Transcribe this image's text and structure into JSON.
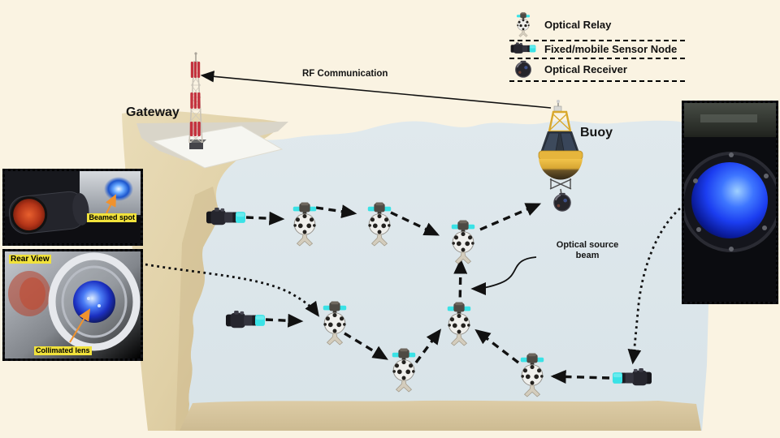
{
  "legend": {
    "items": [
      {
        "icon": "optical-relay-icon",
        "label": "Optical Relay"
      },
      {
        "icon": "sensor-node-icon",
        "label": "Fixed/mobile Sensor Node"
      },
      {
        "icon": "optical-receiver-icon",
        "label": "Optical Receiver"
      }
    ]
  },
  "labels": {
    "gateway": "Gateway",
    "rf_communication": "RF Communication",
    "buoy": "Buoy",
    "optical_source_beam": {
      "line1": "Optical source",
      "line2": "beam"
    }
  },
  "insets": {
    "transmitter_front": {
      "beamed_spot": "Beamed spot"
    },
    "transmitter_rear": {
      "title": "Rear View",
      "collimated_lens": "Collimated lens"
    }
  },
  "colors": {
    "background": "#faf3e2",
    "water": "#dde7ec",
    "sand": "#e2d3ac",
    "seabed": "#d8c7a0",
    "accent_cyan": "#3ae2e6",
    "arrow_black": "#111111",
    "highlight_yellow": "#f1e23b",
    "callout_orange": "#f0922e",
    "tower_red": "#c4323e",
    "buoy_yellow": "#e6b53c"
  }
}
